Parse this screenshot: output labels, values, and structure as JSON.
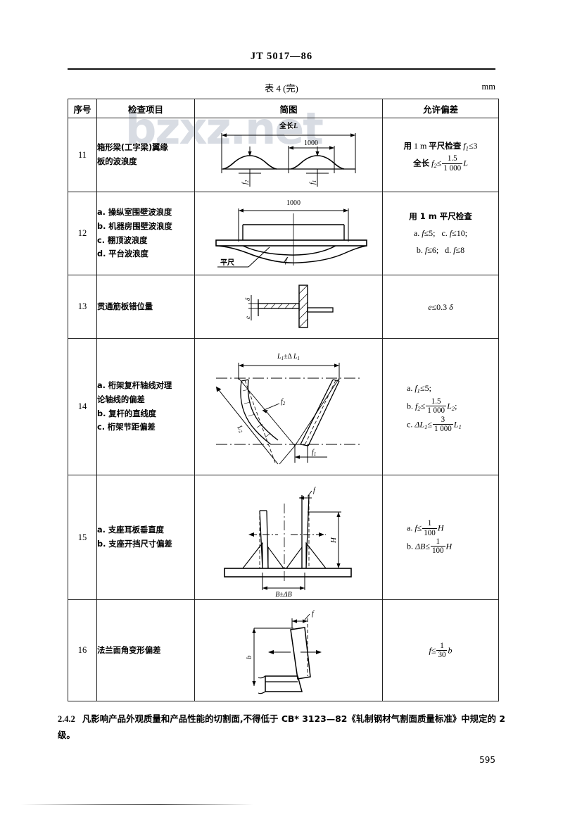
{
  "document": {
    "standard_code": "JT 5017—86",
    "table_caption": "表 4 (完)",
    "unit": "mm",
    "page_number": "595",
    "watermark": "bzxz.net"
  },
  "table": {
    "headers": {
      "no": "序号",
      "item": "检查项目",
      "figure": "简图",
      "tolerance": "允许偏差"
    },
    "rows": [
      {
        "no": "11",
        "items": [
          "箱形梁(工字梁)翼缘",
          "板的波浪度"
        ],
        "figure_labels": {
          "overall": "全长L",
          "span": "1000",
          "f2": "f₂",
          "f1": "f₁"
        },
        "tolerance_lines": [
          "用 1 m 平尺检查 f₁≤3",
          "全长 f₂≤ 1.5/1 000 L"
        ]
      },
      {
        "no": "12",
        "items": [
          "a. 操纵室围壁波浪度",
          "b. 机器房围壁波浪度",
          "c. 棚顶波浪度",
          "d. 平台波浪度"
        ],
        "figure_labels": {
          "span": "1000",
          "ruler": "平尺",
          "f": "f"
        },
        "tolerance_lines": [
          "用 1 m 平尺检查",
          "a. f≤5;   c. f≤10;",
          "b. f≤6;   d. f≤8"
        ]
      },
      {
        "no": "13",
        "items": [
          "贯通筋板错位量"
        ],
        "figure_labels": {
          "e": "e",
          "delta": "δ"
        },
        "tolerance_lines": [
          "e≤0.3 δ"
        ]
      },
      {
        "no": "14",
        "items": [
          "a. 桁架复杆轴线对理",
          "论轴线的偏差",
          "b. 复杆的直线度",
          "c. 桁架节距偏差"
        ],
        "figure_labels": {
          "L1": "L₁±Δ L₁",
          "L2": "L₂",
          "f2": "f₂",
          "f1": "f₁"
        },
        "tolerance_lines": [
          "a. f₁≤5;",
          "b. f₂≤ 1.5/1 000 L₂;",
          "c. ΔL₁≤ 3/1 000 L₁"
        ]
      },
      {
        "no": "15",
        "items": [
          "a. 支座耳板垂直度",
          "b. 支座开挡尺寸偏差"
        ],
        "figure_labels": {
          "f": "f",
          "H": "H",
          "B": "B±ΔB"
        },
        "tolerance_lines": [
          "a. f≤ 1/100 H",
          "b. ΔB≤ 1/100 H"
        ]
      },
      {
        "no": "16",
        "items": [
          "法兰面角变形偏差"
        ],
        "figure_labels": {
          "f": "f",
          "b": "b"
        },
        "tolerance_lines": [
          "f≤ 1/30 b"
        ]
      }
    ]
  },
  "footer_paragraph": {
    "index": "2.4.2",
    "text": "凡影响产品外观质量和产品性能的切割面,不得低于 CB* 3123—82《轧制钢材气割面质量标准》中规定的 2 级。"
  }
}
